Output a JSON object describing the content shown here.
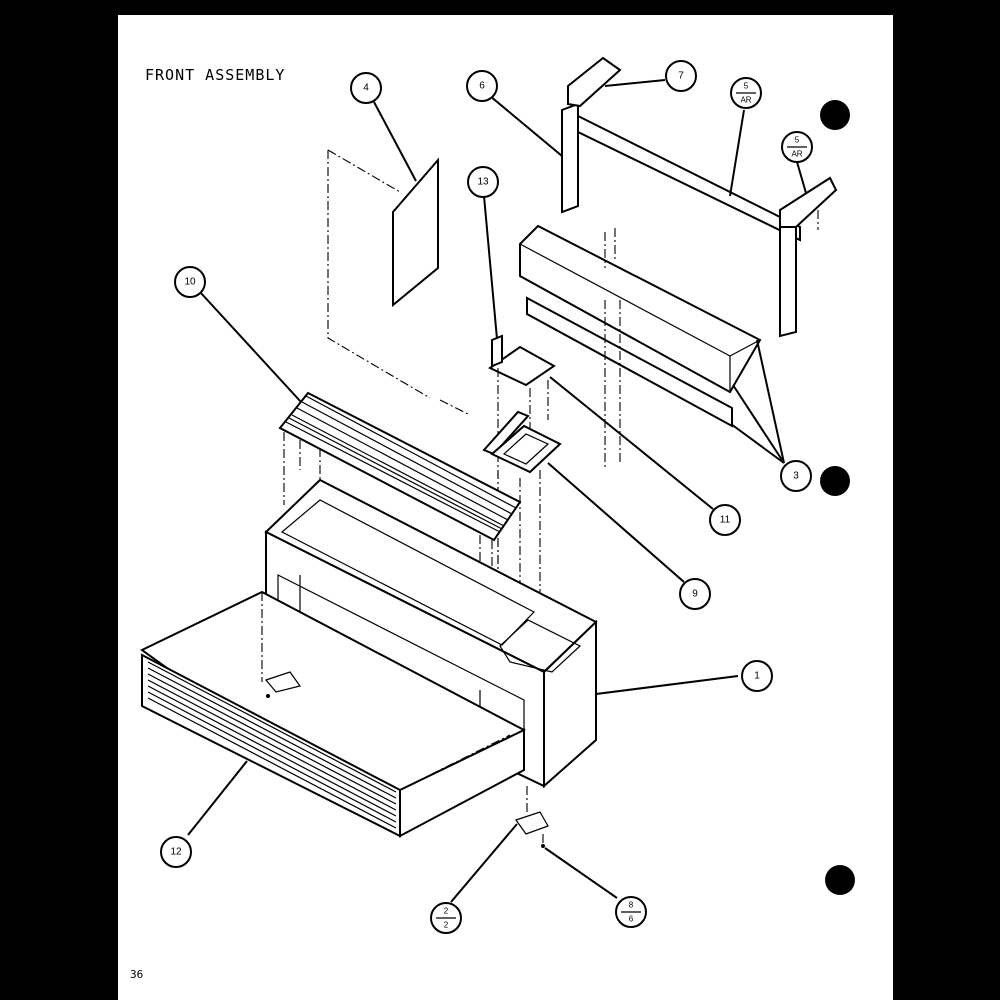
{
  "title": "FRONT ASSEMBLY",
  "page_number": "36",
  "callouts": [
    {
      "id": "c4",
      "label": "4"
    },
    {
      "id": "c6",
      "label": "6"
    },
    {
      "id": "c7",
      "label": "7"
    },
    {
      "id": "c5a",
      "top": "5",
      "bottom": "AR"
    },
    {
      "id": "c5b",
      "top": "5",
      "bottom": "AR"
    },
    {
      "id": "c13",
      "label": "13"
    },
    {
      "id": "c10",
      "label": "10"
    },
    {
      "id": "c3",
      "label": "3"
    },
    {
      "id": "c11",
      "label": "11"
    },
    {
      "id": "c9",
      "label": "9"
    },
    {
      "id": "c1",
      "label": "1"
    },
    {
      "id": "c12",
      "label": "12"
    },
    {
      "id": "c2",
      "top": "2",
      "bottom": "2"
    },
    {
      "id": "c8",
      "top": "8",
      "bottom": "6"
    }
  ]
}
